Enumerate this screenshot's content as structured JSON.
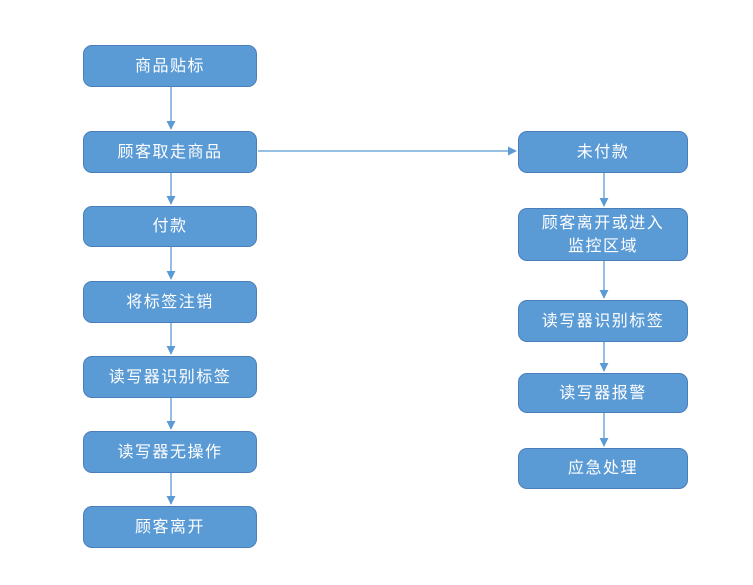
{
  "diagram": {
    "type": "flowchart",
    "title": "",
    "colors": {
      "node_fill": "#5b9bd5",
      "node_border": "#4a7ebb",
      "arrow": "#5b9bd5",
      "text": "#ffffff",
      "background": "#ffffff"
    },
    "nodes": {
      "left": [
        {
          "id": "L1",
          "label": "商品贴标"
        },
        {
          "id": "L2",
          "label": "顾客取走商品"
        },
        {
          "id": "L3",
          "label": "付款"
        },
        {
          "id": "L4",
          "label": "将标签注销"
        },
        {
          "id": "L5",
          "label": "读写器识别标签"
        },
        {
          "id": "L6",
          "label": "读写器无操作"
        },
        {
          "id": "L7",
          "label": "顾客离开"
        }
      ],
      "right": [
        {
          "id": "R1",
          "label": "未付款"
        },
        {
          "id": "R2",
          "label": "顾客离开或进入\n监控区域"
        },
        {
          "id": "R3",
          "label": "读写器识别标签"
        },
        {
          "id": "R4",
          "label": "读写器报警"
        },
        {
          "id": "R5",
          "label": "应急处理"
        }
      ]
    },
    "edges": [
      {
        "from": "L1",
        "to": "L2"
      },
      {
        "from": "L2",
        "to": "L3"
      },
      {
        "from": "L3",
        "to": "L4"
      },
      {
        "from": "L4",
        "to": "L5"
      },
      {
        "from": "L5",
        "to": "L6"
      },
      {
        "from": "L6",
        "to": "L7"
      },
      {
        "from": "L2",
        "to": "R1"
      },
      {
        "from": "R1",
        "to": "R2"
      },
      {
        "from": "R2",
        "to": "R3"
      },
      {
        "from": "R3",
        "to": "R4"
      },
      {
        "from": "R4",
        "to": "R5"
      }
    ]
  }
}
